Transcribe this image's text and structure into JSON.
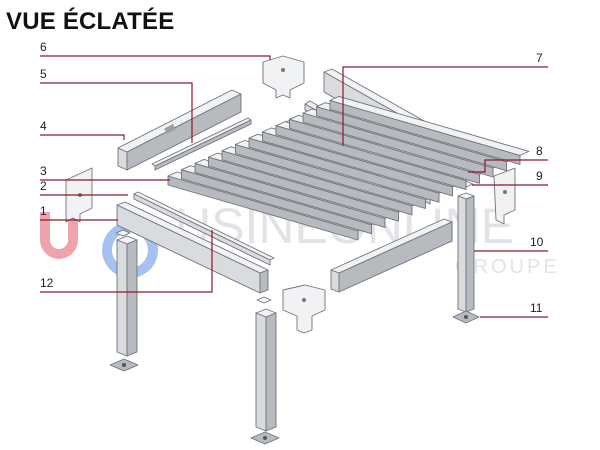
{
  "title": "VUE ÉCLATÉE",
  "watermark": {
    "logo_letters": "UO",
    "brand": "USINEONLINE",
    "sub": "GROUPE",
    "colors": {
      "red": "#e35b6b",
      "blue": "#5b8fe3",
      "gray": "#d5d8dd"
    }
  },
  "callouts": [
    {
      "num": "1"
    },
    {
      "num": "2"
    },
    {
      "num": "3"
    },
    {
      "num": "4"
    },
    {
      "num": "5"
    },
    {
      "num": "6"
    },
    {
      "num": "7"
    },
    {
      "num": "8"
    },
    {
      "num": "9"
    },
    {
      "num": "10"
    },
    {
      "num": "11"
    },
    {
      "num": "12"
    }
  ],
  "colors": {
    "leader": "#8b1a2a",
    "metal_light": "#f1f2f4",
    "metal_mid": "#d9dbde",
    "metal_dark": "#b7bbc0",
    "outline": "#6f7379"
  }
}
